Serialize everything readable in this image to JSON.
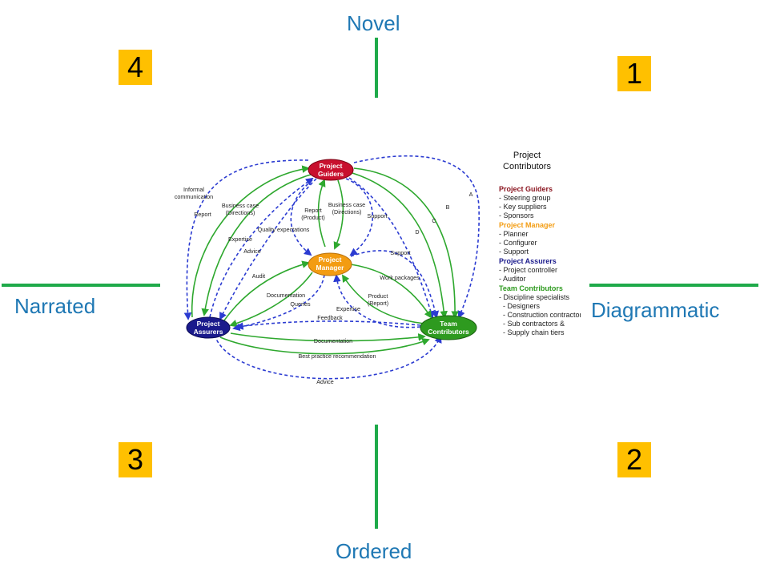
{
  "axes": {
    "top": "Novel",
    "bottom": "Ordered",
    "left": "Narrated",
    "right": "Diagrammatic"
  },
  "quadrants": [
    "1",
    "2",
    "3",
    "4"
  ],
  "colors": {
    "axis_text": "#1f78b4",
    "axis_line": "#1faa4a",
    "badge": "#ffc000",
    "guiders": "#c8102e",
    "manager": "#f39c12",
    "assurers": "#1a1a8c",
    "contributors": "#2e9a1f",
    "solid_edge": "#2ea82e",
    "dashed_edge": "#2b3bd1"
  },
  "nodes": {
    "guiders": [
      "Project",
      "Guiders"
    ],
    "manager": [
      "Project",
      "Manager"
    ],
    "assurers": [
      "Project",
      "Assurers"
    ],
    "contributors": [
      "Team",
      "Contributors"
    ]
  },
  "edge_labels": {
    "informal": [
      "Informal",
      "communication"
    ],
    "report": "Report",
    "business_case_left": [
      "Business case",
      "(Directions)"
    ],
    "expertise_left": "Expertise",
    "advice_left": "Advice",
    "quality": "Quality expectations",
    "report_product": [
      "Report",
      "(Product)"
    ],
    "business_case_right": [
      "Business case",
      "(Directions)"
    ],
    "support_top": "Support",
    "a": "A",
    "b": "B",
    "c": "C",
    "d": "D",
    "support_mid": "Support",
    "work_packages": "Work packages",
    "audit": "Audit",
    "documentation_mid": "Documentation",
    "queries": "Queries",
    "product_report": [
      "Product",
      "(Report)"
    ],
    "expertise_mid": "Expertise",
    "feedback": "Feedback",
    "documentation_low": "Documentation",
    "best_practice": "Best practice recommendation",
    "advice_bottom": "Advice"
  },
  "legend": {
    "title": [
      "Project",
      "Contributors"
    ],
    "groups": [
      {
        "head": "Project Guiders",
        "items": [
          "- Steering group",
          "- Key suppliers",
          "- Sponsors"
        ]
      },
      {
        "head": "Project Manager",
        "items": [
          "- Planner",
          "- Configurer",
          "- Support"
        ]
      },
      {
        "head": "Project Assurers",
        "items": [
          "- Project controller",
          "- Auditor"
        ]
      },
      {
        "head": "Team Contributors",
        "items": [
          "- Discipline specialists",
          "  - Designers",
          "  - Construction contractors",
          "  - Sub contractors &",
          "  - Supply chain tiers"
        ]
      }
    ]
  }
}
